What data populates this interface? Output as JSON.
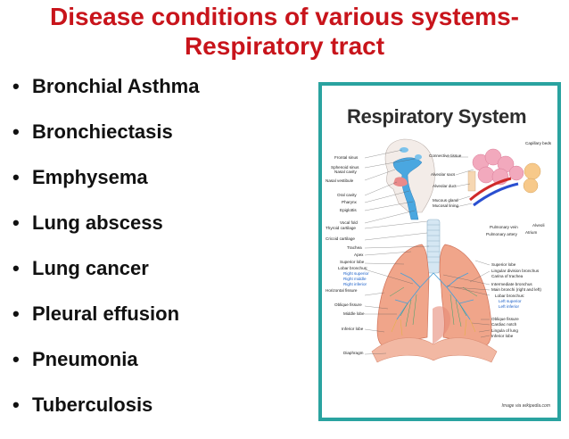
{
  "slide": {
    "title_line1": "Disease conditions of various systems-",
    "title_line2": "Respiratory tract",
    "bullets": [
      "Bronchial Asthma",
      "Bronchiectasis",
      "Emphysema",
      "Lung abscess",
      "Lung cancer",
      "Pleural effusion",
      "Pneumonia",
      "Tuberculosis"
    ]
  },
  "figure": {
    "title": "Respiratory System",
    "credit": "Image via wikipedia.com",
    "labels": {
      "frontal_sinus": "Frontal sinus",
      "sphenoid_sinus": "Sphenoid sinus",
      "nasal_cavity": "Nasal cavity",
      "nasal_vestibule": "Nasal vestibule",
      "oral_cavity": "Oral cavity",
      "pharynx": "Pharynx",
      "epiglottis": "Epiglottis",
      "vocal_fold": "Vocal fold",
      "thyroid_cartilage": "Thyroid cartilage",
      "cricoid_cartilage": "Cricoid cartilage",
      "trachea": "Trachea",
      "apex": "Apex",
      "superior_lobe": "Superior lobe",
      "lobar_bronchus": "Lobar bronchus:",
      "right_superior": "Right superior",
      "right_middle": "Right middle",
      "right_inferior": "Right inferior",
      "horizontal_fissure": "Horizontal fissure",
      "oblique_fissure": "Oblique fissure",
      "middle_lobe": "Middle lobe",
      "inferior_lobe": "Inferior lobe",
      "diaphragm": "Diaphragm",
      "connective_tissue": "Connective tissue",
      "capillary_beds": "Capillary beds",
      "alveolar_sacs": "Alveolar sacs",
      "alveolar_duct": "Alveolar duct",
      "mucous_gland": "Mucous gland",
      "mucosal_lining": "Mucosal lining",
      "pulmonary_vein": "Pulmonary vein",
      "pulmonary_artery": "Pulmonary artery",
      "alveoli": "Alveoli",
      "atrium": "Atrium",
      "superior_lobe_r": "Superior lobe",
      "lingular_division_bronchus": "Lingular division bronchus",
      "carina_of_trachea": "Carina of trachea",
      "intermediate_bronchus": "Intermediate bronchus",
      "main_bronchi": "Main bronchi (right and left)",
      "lobar_bronchus_r": "Lobar bronchus:",
      "left_superior": "Left superior",
      "left_inferior": "Left inferior",
      "oblique_fissure_r": "Oblique fissure",
      "cardiac_notch": "Cardiac notch",
      "lingula_of_lung": "Lingula of lung",
      "inferior_lobe_r": "Inferior lobe"
    }
  }
}
